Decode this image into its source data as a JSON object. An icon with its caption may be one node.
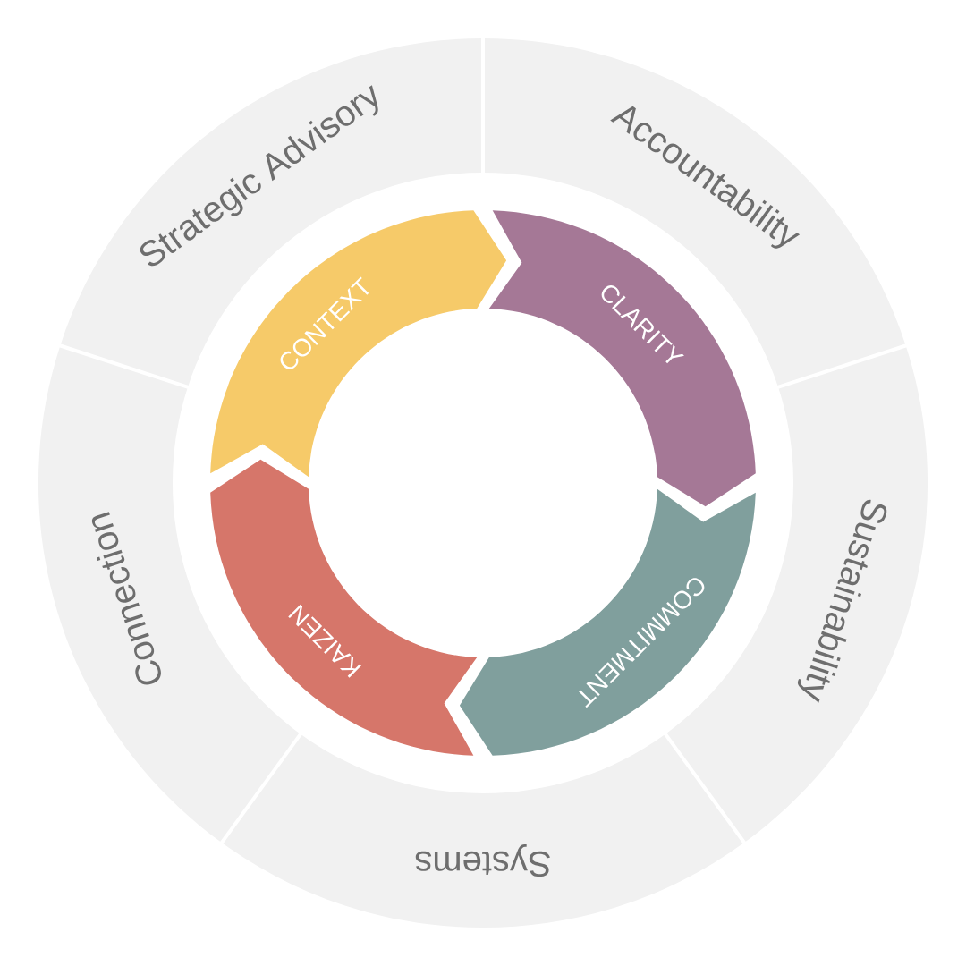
{
  "diagram": {
    "nodes": [
      {
        "text": [
          "Strategic Advisory"
        ]
      },
      {
        "text": [
          "Accountability"
        ]
      },
      {
        "text": [
          "Sustainability"
        ]
      },
      {
        "text": [
          "Systems"
        ]
      },
      {
        "text": [
          "Connection"
        ]
      },
      {
        "text": [
          "CONTEXT"
        ]
      },
      {
        "text": [
          "CLARITY"
        ]
      },
      {
        "text": [
          "COMMITMENT"
        ]
      },
      {
        "text": [
          "KAIZEN"
        ]
      }
    ]
  }
}
